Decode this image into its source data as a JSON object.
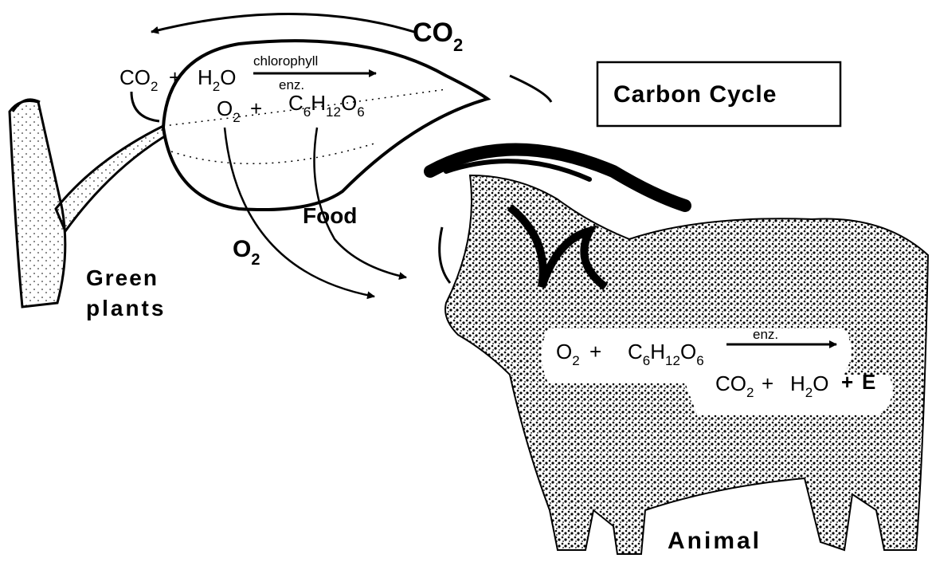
{
  "title": "Carbon Cycle",
  "labels": {
    "co2_top": "CO",
    "co2_top_sub": "2",
    "o2_flow": "O",
    "o2_flow_sub": "2",
    "food": "Food",
    "green_plants_line1": "Green",
    "green_plants_line2": "plants",
    "animal": "Animal"
  },
  "photosynthesis": {
    "r1": "CO",
    "r1_sub": "2",
    "plus1": "+",
    "r2": "H",
    "r2_sub": "2",
    "r2_end": "O",
    "catalyst_top": "chlorophyll",
    "catalyst_bottom": "enz.",
    "p1": "O",
    "p1_sub": "2",
    "plus2": "+",
    "p2a": "C",
    "p2a_sub": "6",
    "p2b": "H",
    "p2b_sub": "12",
    "p2c": "O",
    "p2c_sub": "6"
  },
  "respiration": {
    "r1": "O",
    "r1_sub": "2",
    "plus1": "+",
    "r2a": "C",
    "r2a_sub": "6",
    "r2b": "H",
    "r2b_sub": "12",
    "r2c": "O",
    "r2c_sub": "6",
    "catalyst": "enz.",
    "p1": "CO",
    "p1_sub": "2",
    "plus2": "+",
    "p2": "H",
    "p2_sub": "2",
    "p2_end": "O",
    "plus3": "+",
    "energy": "E"
  }
}
